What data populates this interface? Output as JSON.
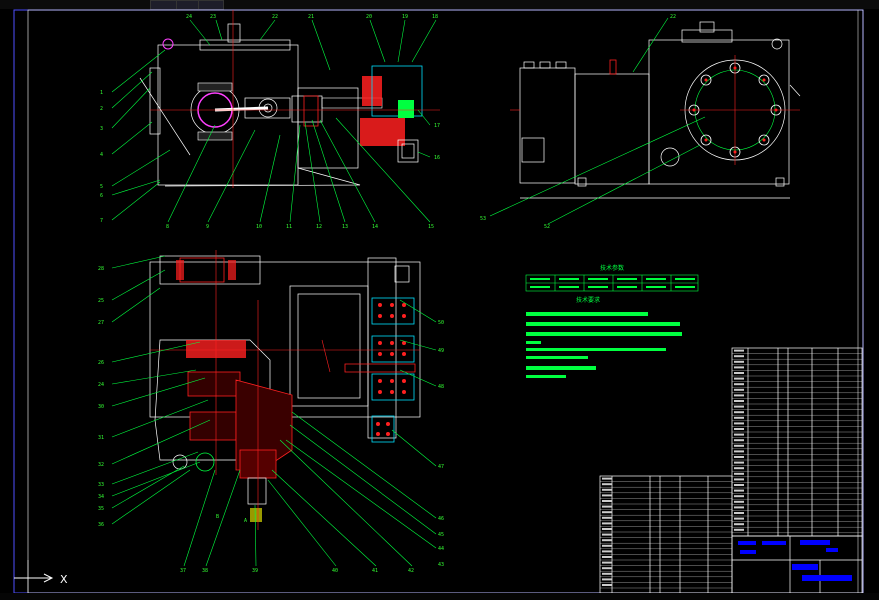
{
  "window": {
    "tabs": [
      "",
      "",
      ""
    ]
  },
  "drawing": {
    "top_labels": [
      "24",
      "23",
      "22",
      "21",
      "20",
      "19",
      "18"
    ],
    "left_labels_top": [
      "1",
      "2",
      "3",
      "4",
      "5",
      "6",
      "7"
    ],
    "bottom_labels_top": [
      "8",
      "9",
      "10",
      "11",
      "12",
      "13",
      "14",
      "15"
    ],
    "right_labels_top": [
      "17",
      "16"
    ],
    "side_view_labels": [
      "22",
      "53",
      "52"
    ],
    "left_labels_bottom": [
      "28",
      "25",
      "27",
      "26",
      "24",
      "30",
      "31",
      "32",
      "33",
      "34",
      "35",
      "36"
    ],
    "right_labels_bottom": [
      "50",
      "49",
      "48",
      "47",
      "46",
      "45",
      "44",
      "43"
    ],
    "bottom_labels_bottom": [
      "37",
      "38",
      "39",
      "40",
      "41",
      "42"
    ],
    "spec_table_title": "技术参数",
    "spec_headers": [
      "",
      "",
      "",
      "",
      "",
      ""
    ],
    "spec_values": [
      "",
      "",
      "",
      "",
      "",
      ""
    ],
    "notes_title": "技术要求",
    "axis_label": "X",
    "dim_text": "",
    "arrow_labels": [
      "B",
      "A"
    ]
  },
  "colors": {
    "background": "#000000",
    "outline": "#ffffff",
    "leader": "#00ff40",
    "centerline": "#ff2020",
    "accent": "#00e0ff",
    "title_block": "#0000ff"
  }
}
